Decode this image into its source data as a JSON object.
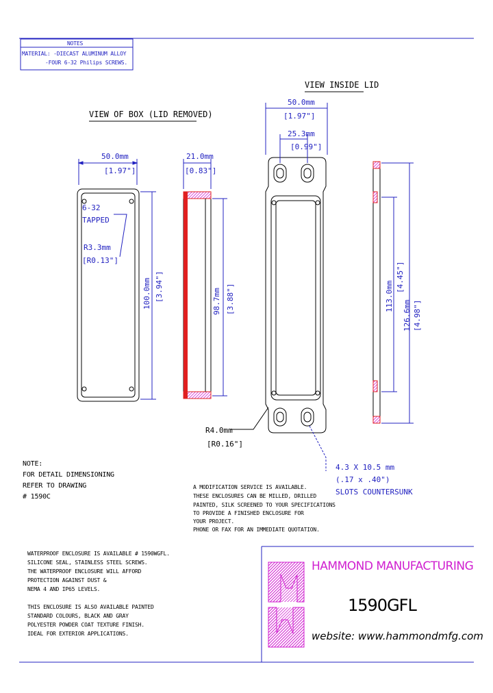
{
  "notes_box": {
    "header": "NOTES",
    "line1": "MATERIAL: -DIECAST ALUMINUM ALLOY",
    "line2": "-FOUR 6-32 Philips SCREWS."
  },
  "titles": {
    "box_view": "VIEW OF BOX (LID REMOVED)",
    "lid_view": "VIEW INSIDE LID"
  },
  "dimensions": {
    "box_width": "50.0mm",
    "box_width_in": "[1.97\"]",
    "side_depth": "21.0mm",
    "side_depth_in": "[0.83\"]",
    "tapped": "6-32",
    "tapped2": "TAPPED",
    "radius": "R3.3mm",
    "radius_in": "[R0.13\"]",
    "box_length": "100.0mm",
    "box_length_in": "[3.94\"]",
    "inner_length": "98.7mm",
    "inner_length_in": "[3.88\"]",
    "lid_width": "50.0mm",
    "lid_width_in": "[1.97\"]",
    "slot_spacing": "25.3mm",
    "slot_spacing_in": "[0.99\"]",
    "lid_inner": "113.0mm",
    "lid_inner_in": "[4.45\"]",
    "lid_length": "126.6mm",
    "lid_length_in": "[4.98\"]",
    "corner_radius": "R4.0mm",
    "corner_radius_in": "[R0.16\"]",
    "slots": "4.3 X 10.5 mm",
    "slots_in": "(.17 x .40\")",
    "slots_note": "SLOTS COUNTERSUNK"
  },
  "note_detail": {
    "l1": "NOTE:",
    "l2": "FOR DETAIL DIMENSIONING",
    "l3": "REFER TO DRAWING",
    "l4": "# 1590C"
  },
  "mod_service": {
    "l1": "A MODIFICATION SERVICE IS AVAILABLE.",
    "l2": "THESE ENCLOSURES CAN BE MILLED, DRILLED",
    "l3": "PAINTED, SILK SCREENED TO YOUR SPECIFICATIONS",
    "l4": "TO PROVIDE A FINISHED ENCLOSURE FOR",
    "l5": "YOUR PROJECT.",
    "l6": "PHONE OR FAX FOR AN IMMEDIATE QUOTATION."
  },
  "waterproof": {
    "l1": "WATERPROOF ENCLOSURE IS AVAILABLE # 1590WGFL.",
    "l2": "SILICONE SEAL, STAINLESS STEEL SCREWS.",
    "l3": "THE WATERPROOF ENCLOSURE WILL AFFORD",
    "l4": "PROTECTION AGAINST DUST &",
    "l5": "NEMA 4 AND IP65 LEVELS.",
    "l6": "THIS ENCLOSURE IS ALSO AVAILABLE PAINTED",
    "l7": "STANDARD COLOURS, BLACK AND GRAY",
    "l8": "POLYESTER POWDER COAT TEXTURE FINISH.",
    "l9": "IDEAL FOR EXTERIOR APPLICATIONS."
  },
  "title_block": {
    "company": "HAMMOND MANUFACTURING",
    "part": "1590GFL",
    "website": "website: www.hammondmfg.com"
  },
  "colors": {
    "blue": "#2020c0",
    "magenta": "#d020d0",
    "red": "#e02020"
  }
}
